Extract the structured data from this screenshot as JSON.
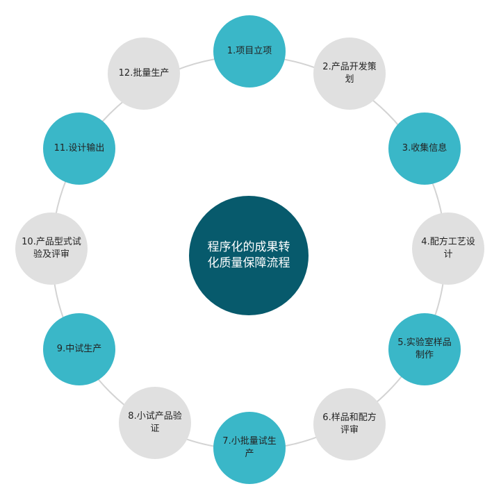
{
  "center": {
    "title": "程序化的成果转化质量保障流程"
  },
  "colors": {
    "teal": "#3ab7c8",
    "gray": "#e0e0e0",
    "center": "#075a6c",
    "ring": "#d3d3d3"
  },
  "steps": [
    {
      "label": "1.项目立项",
      "color": "teal"
    },
    {
      "label": "2.产品开发策划",
      "color": "gray"
    },
    {
      "label": "3.收集信息",
      "color": "teal"
    },
    {
      "label": "4.配方工艺设计",
      "color": "gray"
    },
    {
      "label": "5.实验室样品制作",
      "color": "teal"
    },
    {
      "label": "6.样品和配方评审",
      "color": "gray"
    },
    {
      "label": "7.小批量试生产",
      "color": "teal"
    },
    {
      "label": "8.小试产品验证",
      "color": "gray"
    },
    {
      "label": "9.中试生产",
      "color": "teal"
    },
    {
      "label": "10.产品型式试验及评审",
      "color": "gray"
    },
    {
      "label": "11.设计输出",
      "color": "teal"
    },
    {
      "label": "12.批量生产",
      "color": "gray"
    }
  ]
}
